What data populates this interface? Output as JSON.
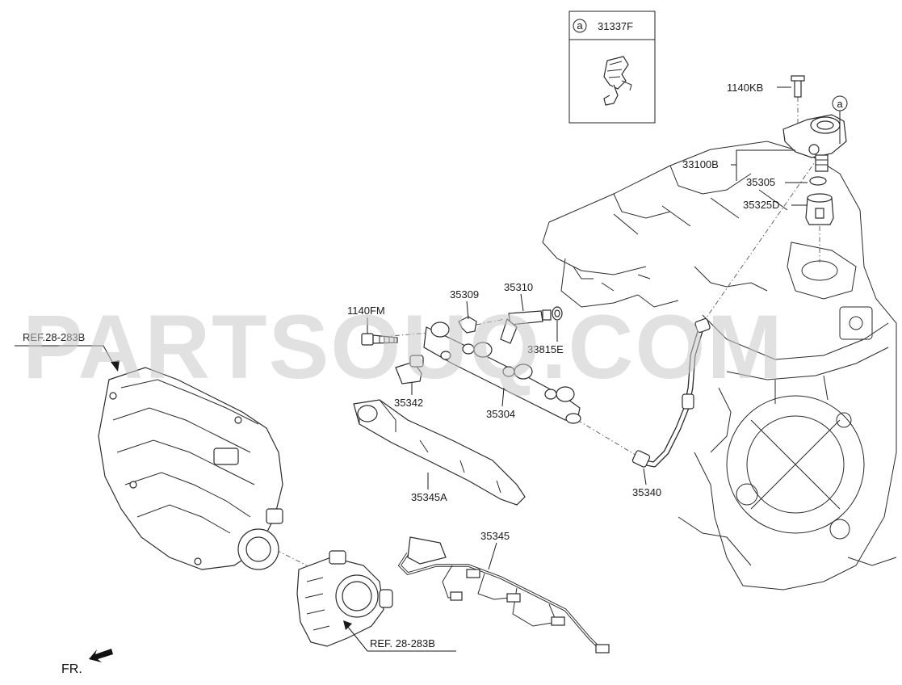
{
  "watermark": "PARTSOUQ.COM",
  "inset": {
    "marker": "a",
    "part_number": "31337F"
  },
  "pump_marker": "a",
  "labels": {
    "l_1140KB": "1140KB",
    "l_33100B": "33100B",
    "l_35305": "35305",
    "l_35325D": "35325D",
    "l_35309": "35309",
    "l_35310": "35310",
    "l_1140FM": "1140FM",
    "l_33815E": "33815E",
    "l_35342": "35342",
    "l_35304": "35304",
    "l_35345A": "35345A",
    "l_35340": "35340",
    "l_35345": "35345"
  },
  "refs": {
    "top": "REF.28-283B",
    "bottom": "REF. 28-283B"
  },
  "front_indicator": "FR."
}
